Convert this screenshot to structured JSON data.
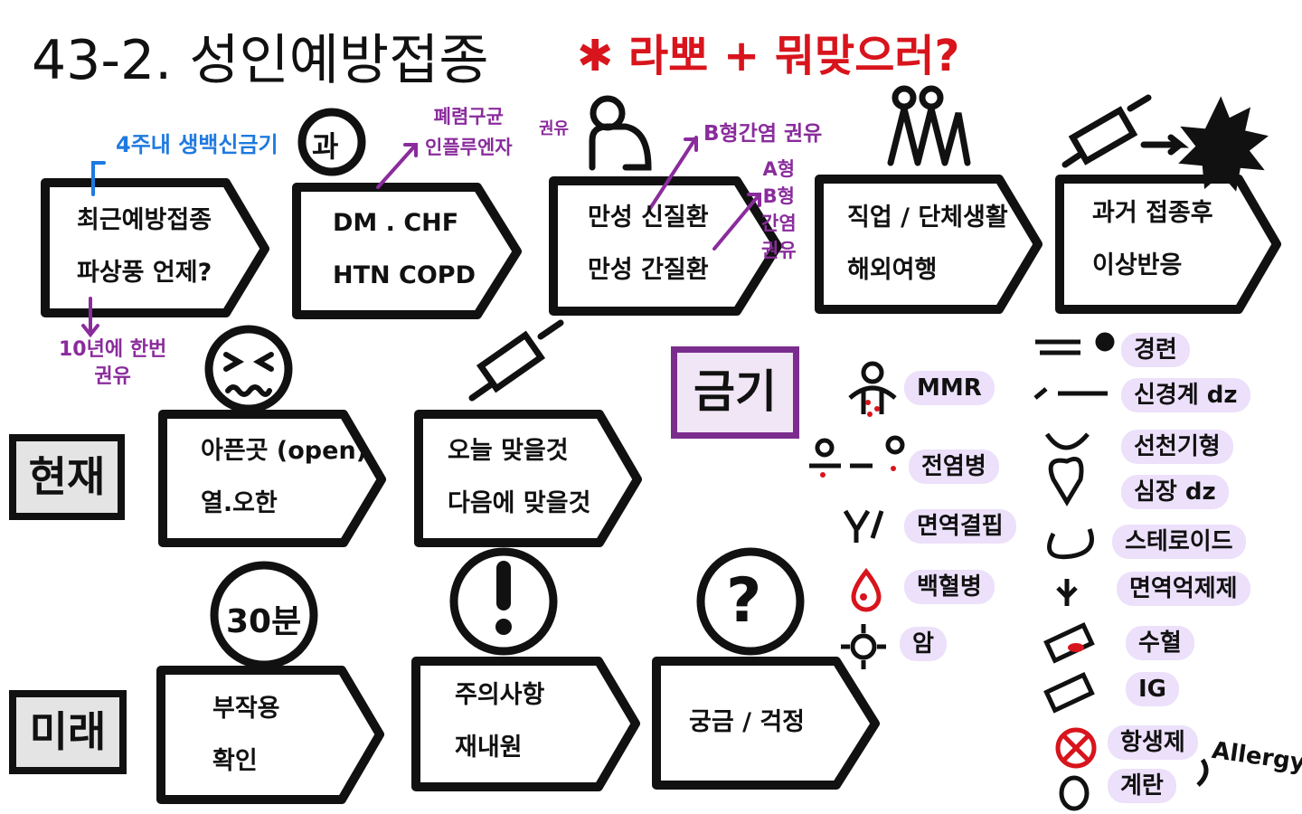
{
  "title": {
    "number": "43-2.",
    "text": "성인예방접종",
    "note_icon": "asterisk-icon",
    "note": "라뽀 + 뭐맞으러?"
  },
  "colors": {
    "accent_red": "#d8141c",
    "purple": "#8a2c9c",
    "blue": "#1f7ae0",
    "highlight": "#ece0fa"
  },
  "past": {
    "circle_label": "과",
    "boxes": [
      {
        "lines": [
          "최근예방접종",
          "파상풍 언제?"
        ]
      },
      {
        "lines": [
          "DM . CHF",
          "HTN  COPD"
        ]
      },
      {
        "lines": [
          "만성 신질환",
          "만성 간질환"
        ]
      },
      {
        "lines": [
          "직업 / 단체생활",
          "해외여행"
        ]
      },
      {
        "lines": [
          "과거 접종후",
          "이상반응"
        ]
      }
    ],
    "notes": {
      "live_vaccine": "4주내 생백신금기",
      "tetanus": [
        "10년에 한번",
        "권유"
      ],
      "pneumo": [
        "폐렴구균",
        "인플루엔자"
      ],
      "pneumo_suffix": "권유",
      "hbv": "B형간염 권유",
      "hav_hbv": [
        "A형",
        "B형",
        "간염",
        "권유"
      ]
    }
  },
  "present": {
    "label": "현재",
    "boxes": [
      {
        "lines": [
          "아픈곳 (open)",
          "열.오한"
        ]
      },
      {
        "lines": [
          "오늘 맞을것",
          "다음에 맞을것"
        ]
      }
    ]
  },
  "future": {
    "label": "미래",
    "circle_label": "30분",
    "boxes": [
      {
        "lines": [
          "부작용",
          "확인"
        ]
      },
      {
        "lines": [
          "주의사항",
          "재내원"
        ]
      },
      {
        "lines": [
          "궁금 / 걱정"
        ]
      }
    ]
  },
  "contraindications": {
    "label": "금기",
    "left": [
      "MMR",
      "전염병",
      "면역결핍",
      "백혈병",
      "암"
    ],
    "right": [
      "경련",
      "신경계 dz",
      "선천기형",
      "심장 dz",
      "스테로이드",
      "면역억제제",
      "수혈",
      "IG",
      "항생제",
      "계란"
    ],
    "allergy": "Allergy"
  }
}
